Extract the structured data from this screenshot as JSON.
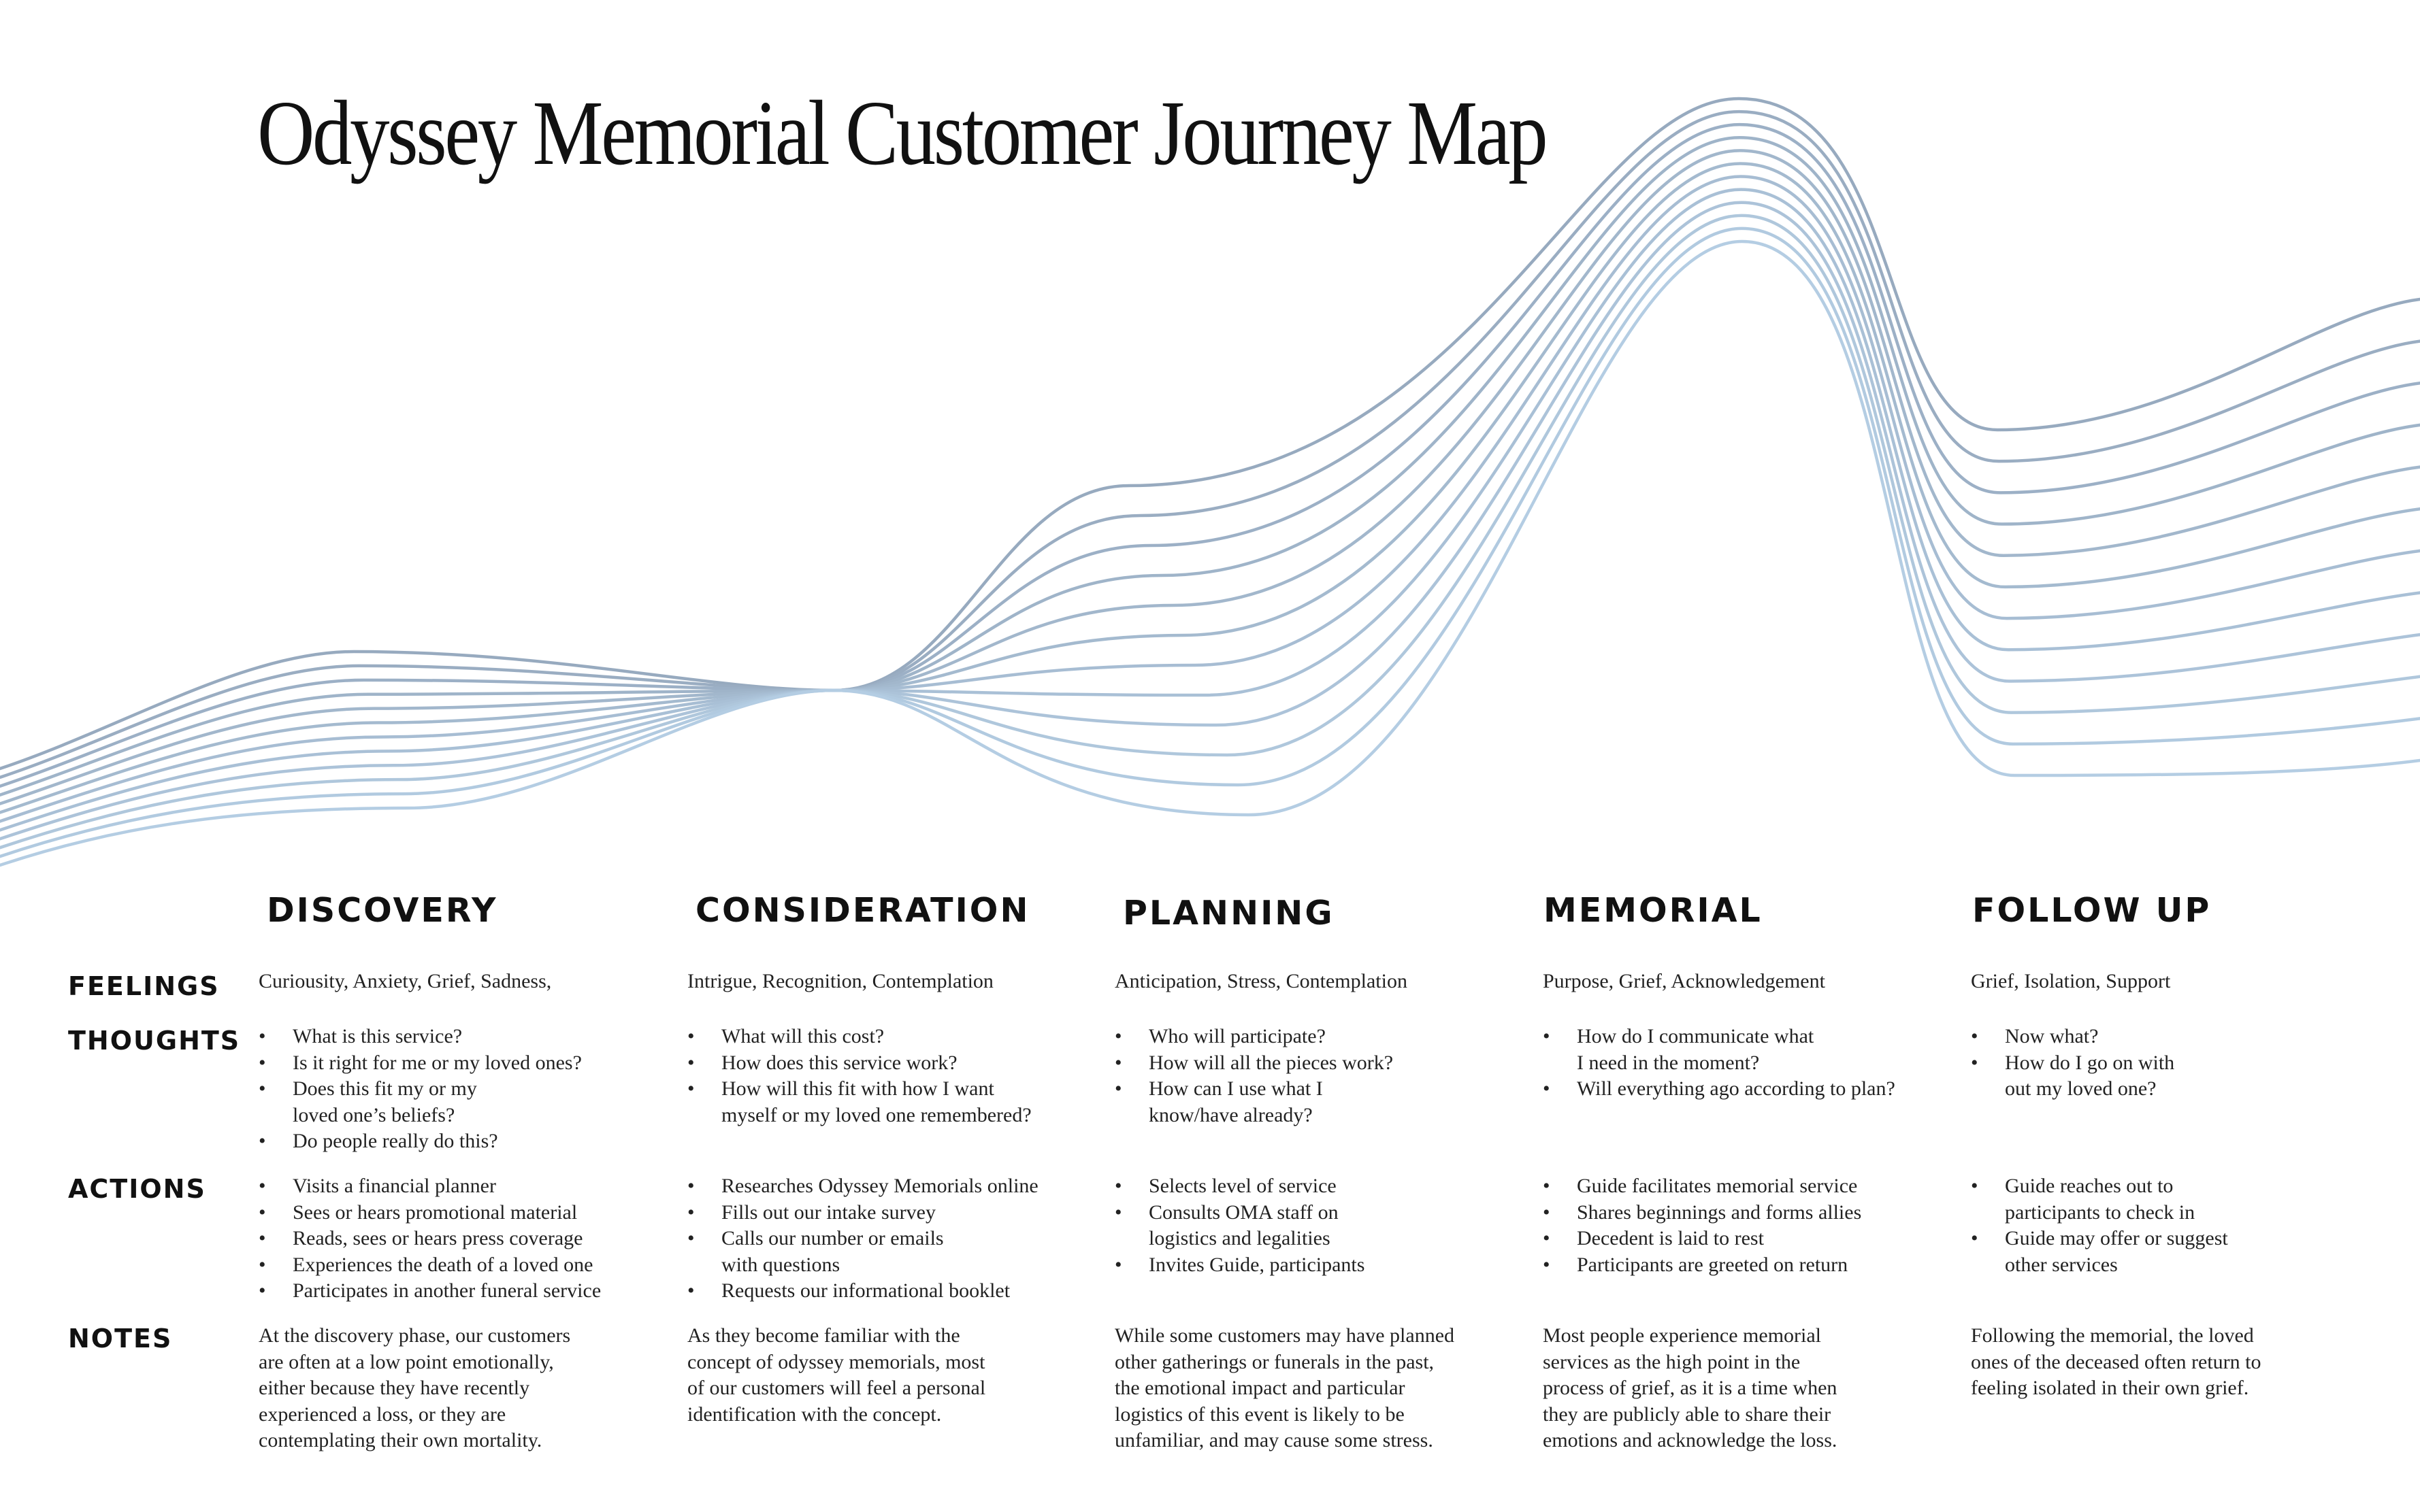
{
  "title": "Odyssey Memorial Customer Journey Map",
  "row_labels": {
    "feelings": "FEELINGS",
    "thoughts": "THOUGHTS",
    "actions": "ACTIONS",
    "notes": "NOTES"
  },
  "colors": {
    "wave_dark": "#97aabf",
    "wave_light": "#b4cde3",
    "text": "#222222"
  },
  "stages": [
    {
      "name": "DISCOVERY",
      "feelings": "Curiousity, Anxiety, Grief, Sadness,",
      "thoughts": [
        "What is this service?",
        "Is it right for me or my loved ones?",
        "Does this fit my or my\nloved one’s beliefs?",
        "Do people really do this?"
      ],
      "actions": [
        "Visits a financial planner",
        "Sees or hears promotional material",
        "Reads, sees or hears press coverage",
        "Experiences the death of a loved one",
        "Participates in another funeral service"
      ],
      "notes": "At the discovery phase, our customers\nare often at a low point emotionally,\neither because they have recently\nexperienced a loss, or they are\ncontemplating their own mortality."
    },
    {
      "name": "CONSIDERATION",
      "feelings": "Intrigue, Recognition, Contemplation",
      "thoughts": [
        "What will this cost?",
        "How does this service work?",
        "How will this fit with how I want\nmyself or my loved one remembered?"
      ],
      "actions": [
        "Researches Odyssey Memorials online",
        "Fills out our intake survey",
        "Calls our number or emails\nwith questions",
        "Requests our informational booklet"
      ],
      "notes": "As they become familiar with the\nconcept of odyssey memorials, most\nof our customers will feel a personal\nidentification with the concept."
    },
    {
      "name": "PLANNING",
      "feelings": "Anticipation, Stress, Contemplation",
      "thoughts": [
        "Who will participate?",
        "How will all the pieces work?",
        "How can I use what I\nknow/have already?"
      ],
      "actions": [
        "Selects level of service",
        "Consults OMA staff on\nlogistics and legalities",
        "Invites Guide, participants"
      ],
      "notes": "While some customers may have planned\nother gatherings or funerals in the past,\nthe emotional impact and particular\nlogistics of this event is likely to be\nunfamiliar, and may cause some stress."
    },
    {
      "name": "MEMORIAL",
      "feelings": "Purpose, Grief, Acknowledgement",
      "thoughts": [
        "How do I communicate what\nI need in the moment?",
        "Will everything ago according to plan?"
      ],
      "actions": [
        "Guide facilitates memorial service",
        "Shares beginnings and forms allies",
        "Decedent is laid to rest",
        "Participants are greeted on return"
      ],
      "notes": "Most people experience memorial\nservices as the high point in the\nprocess of grief, as it is a time when\nthey are publicly able to share their\nemotions and acknowledge the loss."
    },
    {
      "name": "FOLLOW UP",
      "feelings": "Grief, Isolation, Support",
      "thoughts": [
        "Now what?",
        "How do I go on with\nout my loved one?"
      ],
      "actions": [
        "Guide reaches out to\nparticipants to check in",
        "Guide may offer or suggest\nother services"
      ],
      "notes": "Following the memorial, the loved\nones of the deceased often return to\nfeeling isolated in their own grief."
    }
  ]
}
